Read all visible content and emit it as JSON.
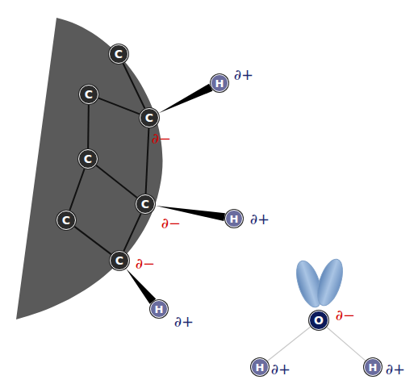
{
  "diagram": {
    "nodes": [
      {
        "text": [
          "C"
        ]
      },
      {
        "text": [
          "C"
        ]
      },
      {
        "text": [
          "C"
        ]
      },
      {
        "text": [
          "C"
        ]
      },
      {
        "text": [
          "C"
        ]
      },
      {
        "text": [
          "C"
        ]
      },
      {
        "text": [
          "C"
        ]
      },
      {
        "text": [
          "H"
        ]
      },
      {
        "text": [
          "H"
        ]
      },
      {
        "text": [
          "H"
        ]
      },
      {
        "text": [
          "O"
        ]
      },
      {
        "text": [
          "H"
        ]
      },
      {
        "text": [
          "H"
        ]
      }
    ],
    "edges": [
      {
        "from": 0,
        "to": 2,
        "arrow": "none"
      },
      {
        "from": 1,
        "to": 2,
        "arrow": "none"
      },
      {
        "from": 1,
        "to": 3,
        "arrow": "none"
      },
      {
        "from": 2,
        "to": 4,
        "arrow": "none"
      },
      {
        "from": 3,
        "to": 4,
        "arrow": "none"
      },
      {
        "from": 3,
        "to": 5,
        "arrow": "none"
      },
      {
        "from": 5,
        "to": 6,
        "arrow": "none"
      },
      {
        "from": 4,
        "to": 6,
        "arrow": "none"
      },
      {
        "from": 2,
        "to": 7,
        "arrow": "none"
      },
      {
        "from": 4,
        "to": 8,
        "arrow": "none"
      },
      {
        "from": 6,
        "to": 9,
        "arrow": "none"
      },
      {
        "from": 10,
        "to": 11,
        "arrow": "none"
      },
      {
        "from": 10,
        "to": 12,
        "arrow": "none"
      }
    ],
    "labels": [
      "∂−",
      "∂+",
      "∂−",
      "∂+",
      "∂−",
      "∂+",
      "∂−",
      "∂+",
      "∂+"
    ]
  }
}
